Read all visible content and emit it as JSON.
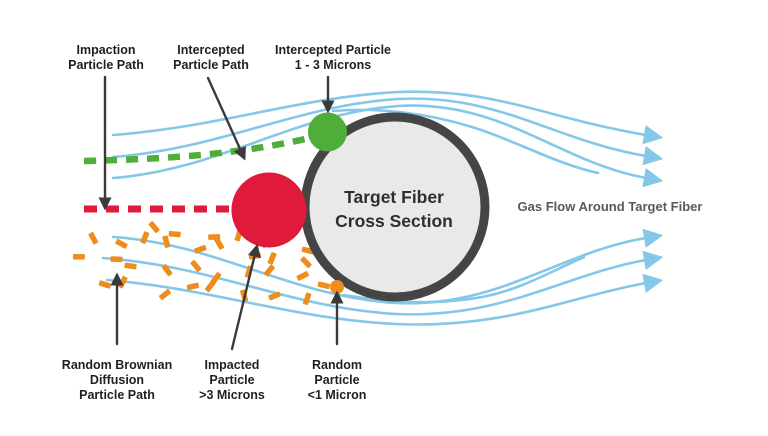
{
  "colors": {
    "background": "#ffffff",
    "stream_blue": "#85c7e9",
    "green": "#4fae3a",
    "red": "#e01a3b",
    "orange": "#ef8c1e",
    "fiber_fill": "#e9e9e9",
    "fiber_border": "#454545",
    "arrow_dark": "#3a3a3a",
    "label_text": "#231f20",
    "gas_flow_text": "#58595b"
  },
  "fiber": {
    "line1": "Target Fiber",
    "line2": "Cross Section"
  },
  "labels": {
    "impaction": {
      "line1": "Impaction",
      "line2": "Particle Path"
    },
    "intercepted_path": {
      "line1": "Intercepted",
      "line2": "Particle Path"
    },
    "intercepted_particle": {
      "line1": "Intercepted Particle",
      "line2": "1 - 3 Microns"
    },
    "gas_flow": "Gas Flow Around Target Fiber",
    "brownian": {
      "line1": "Random Brownian",
      "line2": "Diffusion",
      "line3": "Particle Path"
    },
    "impacted_particle": {
      "line1": "Impacted",
      "line2": "Particle",
      "line3": ">3 Microns"
    },
    "random_particle": {
      "line1": "Random",
      "line2": "Particle",
      "line3": "<1 Micron"
    }
  }
}
